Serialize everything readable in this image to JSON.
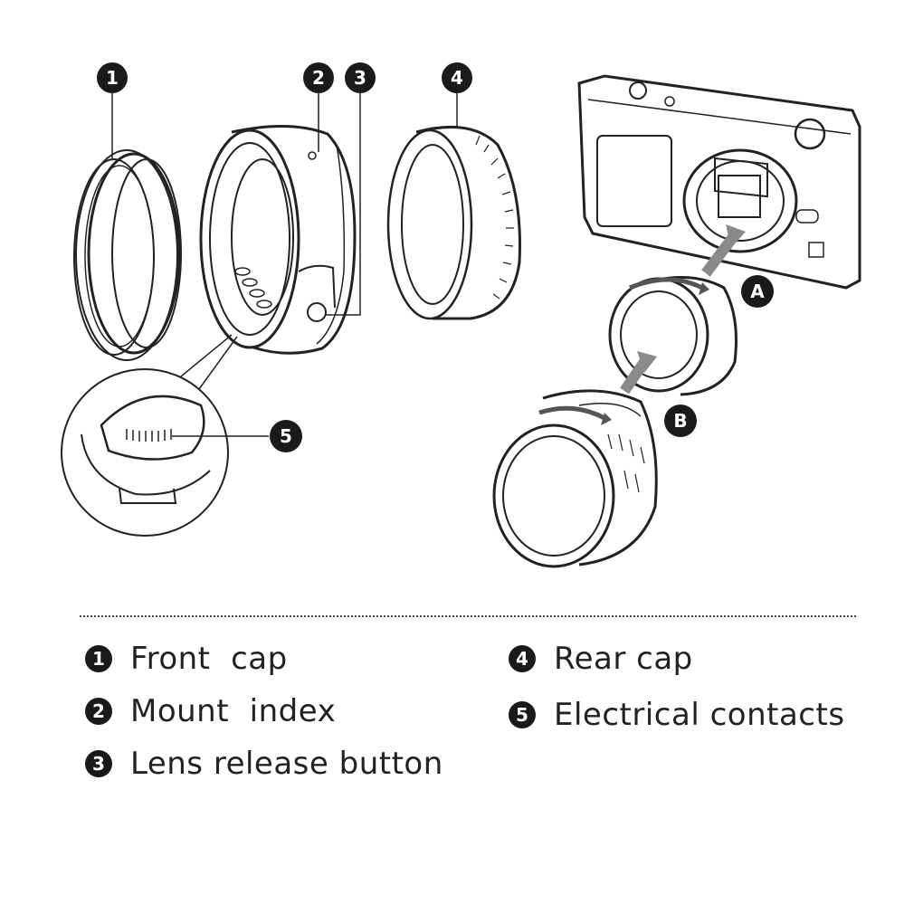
{
  "callouts": {
    "c1": "1",
    "c2": "2",
    "c3": "3",
    "c4": "4",
    "c5": "5",
    "cA": "A",
    "cB": "B"
  },
  "legend": [
    {
      "num": "1",
      "label": "Front  cap"
    },
    {
      "num": "2",
      "label": "Mount  index"
    },
    {
      "num": "3",
      "label": "Lens release button"
    },
    {
      "num": "4",
      "label": "Rear cap"
    },
    {
      "num": "5",
      "label": "Electrical contacts"
    }
  ],
  "colors": {
    "ink": "#222222",
    "badge": "#1a1a1a",
    "arrow": "#8a8a8a"
  }
}
